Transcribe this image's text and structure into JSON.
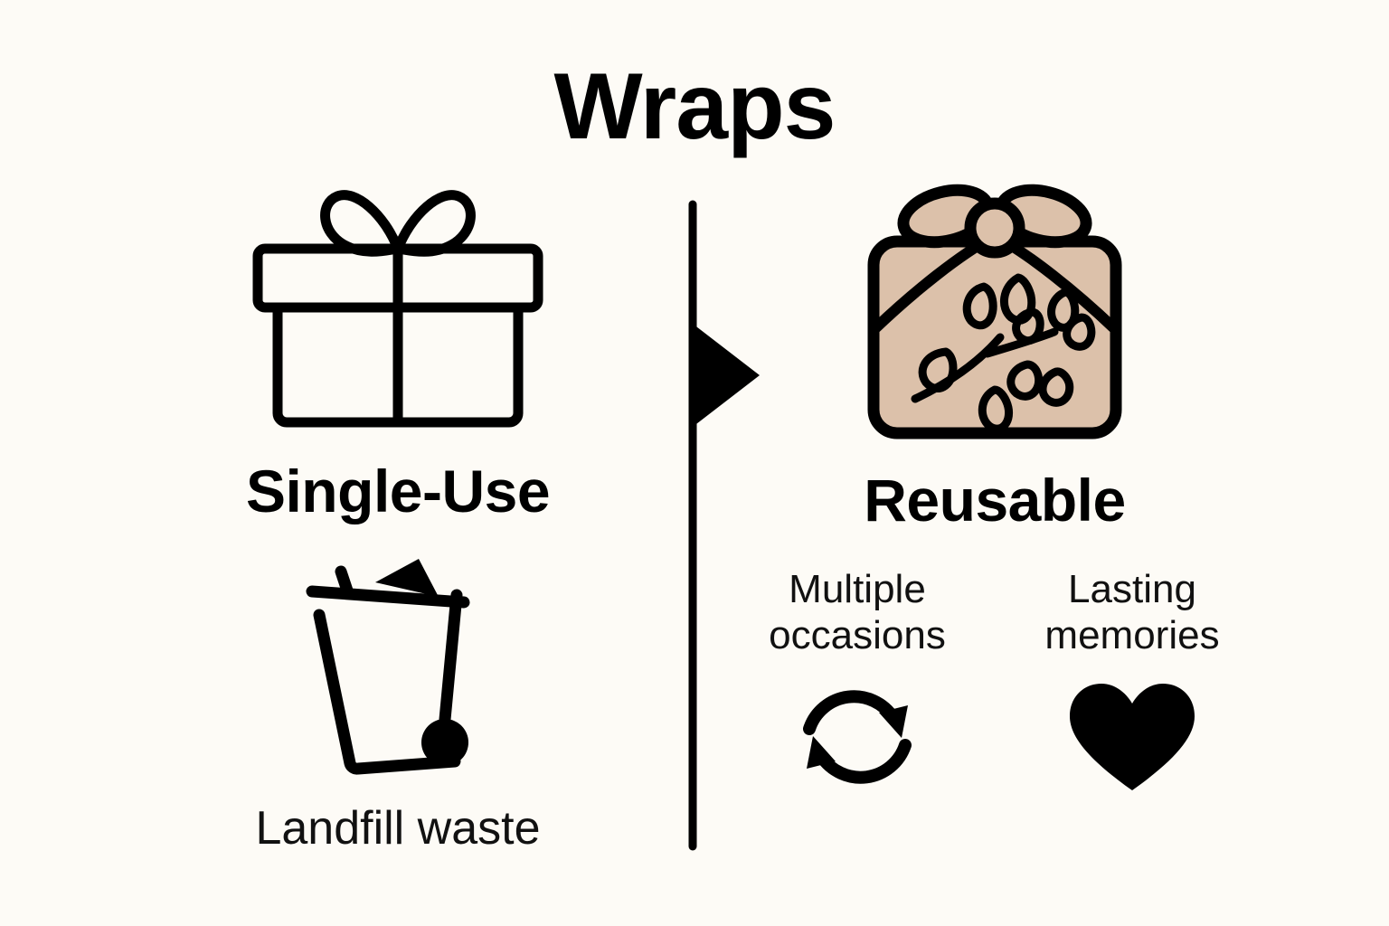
{
  "title": "Wraps",
  "colors": {
    "background": "#FDFBF6",
    "ink": "#000000",
    "wrap_fabric": "#DCC1AA"
  },
  "divider": {
    "icon": "vertical-divider-with-right-arrow"
  },
  "columns": [
    {
      "id": "single-use",
      "heading": "Single-Use",
      "hero_icon": "gift-box-outline-icon",
      "detail_icon": "trash-bin-icon",
      "caption": "Landfill waste"
    },
    {
      "id": "reusable",
      "heading": "Reusable",
      "hero_icon": "fabric-wrapped-gift-icon",
      "benefits": [
        {
          "label": "Multiple\noccasions",
          "icon": "refresh-loop-icon"
        },
        {
          "label": "Lasting\nmemories",
          "icon": "heart-icon"
        }
      ]
    }
  ]
}
